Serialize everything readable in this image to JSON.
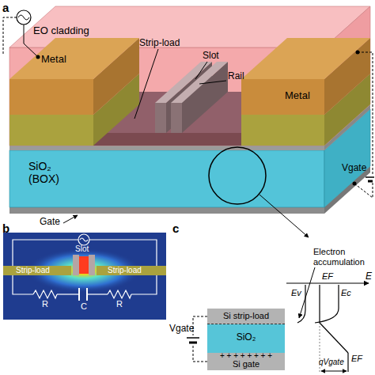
{
  "diagram": {
    "nodes": [
      {
        "text": [
          "EO cladding"
        ]
      },
      {
        "text": [
          "Metal"
        ]
      },
      {
        "text": [
          "Metal"
        ]
      },
      {
        "text": [
          "SiO₂ (BOX)"
        ]
      },
      {
        "text": [
          "Si strip-load"
        ]
      },
      {
        "text": [
          "SiO₂"
        ]
      },
      {
        "text": [
          "+ + + + + + + +",
          "Si gate"
        ]
      }
    ],
    "edges": [
      {
        "from": 4,
        "to": 6,
        "arrow": "none",
        "label": "Vgate"
      }
    ],
    "labels": [
      "a",
      "Strip-load",
      "Slot",
      "Rail",
      "Gate",
      "Vgate",
      "b",
      "Strip-load",
      "Slot",
      "Strip-load",
      "R",
      "C",
      "R",
      "c",
      "Electron accumulation",
      "EF",
      "E",
      "Ev",
      "Ec",
      "EF",
      "qVgate"
    ]
  }
}
